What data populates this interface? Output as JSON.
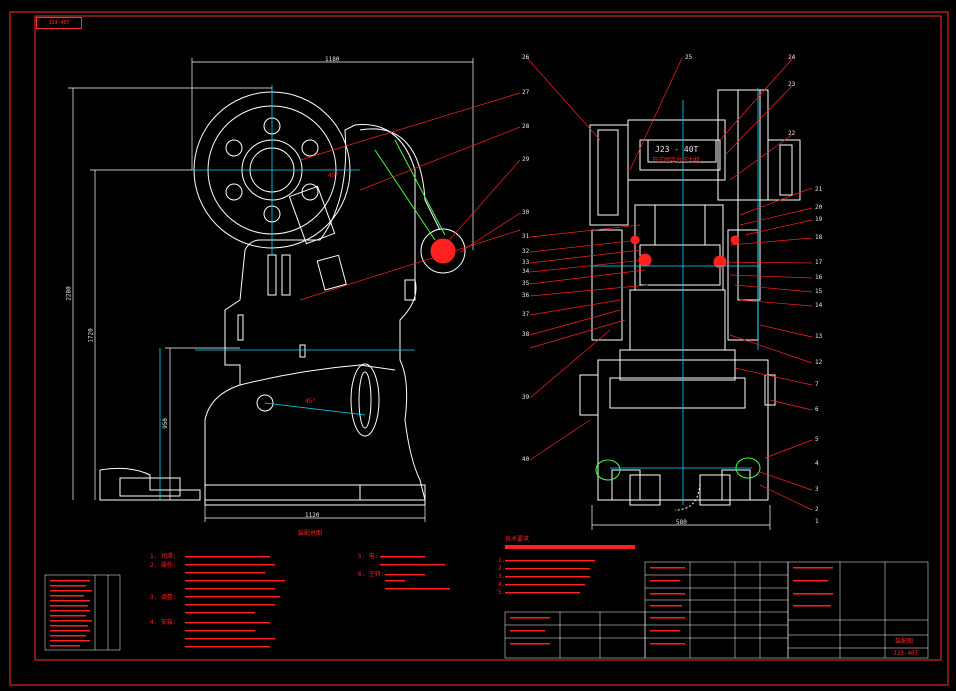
{
  "drawing": {
    "title_tag": "J23-40T",
    "model_plate": "J23 - 40T",
    "plate_line2": "开式固定台压力机",
    "dim_top": "1180",
    "dim_left_outer": "2280",
    "dim_left_inner": "1720",
    "dim_left_lower": "950",
    "dim_bottom": "1120",
    "dim_bottom_right": "580",
    "angle_label_1": "45°",
    "angle_label_2": "45°",
    "assembly_caption": "装配总图",
    "callouts_right": [
      "26",
      "25",
      "24",
      "23",
      "22",
      "21",
      "20",
      "19",
      "18",
      "17",
      "16",
      "15",
      "14",
      "13",
      "12",
      "7",
      "6",
      "5",
      "4",
      "3",
      "2",
      "1"
    ],
    "callouts_left": [
      "27",
      "28",
      "29",
      "30",
      "31",
      "32",
      "33",
      "34",
      "35",
      "36",
      "37",
      "38",
      "39",
      "40"
    ],
    "notes_header": "技术要求",
    "notes_left": [
      "1. 润滑:",
      "2. 操作:",
      "3. 调整:",
      "4. 安装:"
    ],
    "notes_mid": [
      "5. 电:",
      "6. 空转:"
    ],
    "notes_red": [
      "1.",
      "2.",
      "3.",
      "4.",
      "5."
    ],
    "title_block_caption": "J23-40T",
    "title_block_drawing_no": "装配图"
  },
  "colors": {
    "border": "#ff2a2a",
    "outline": "#ffffff",
    "centerline": "#00e0ff",
    "leader": "#ff2020",
    "hatch_green": "#40ff40",
    "accent_yellow": "#ffff30"
  }
}
